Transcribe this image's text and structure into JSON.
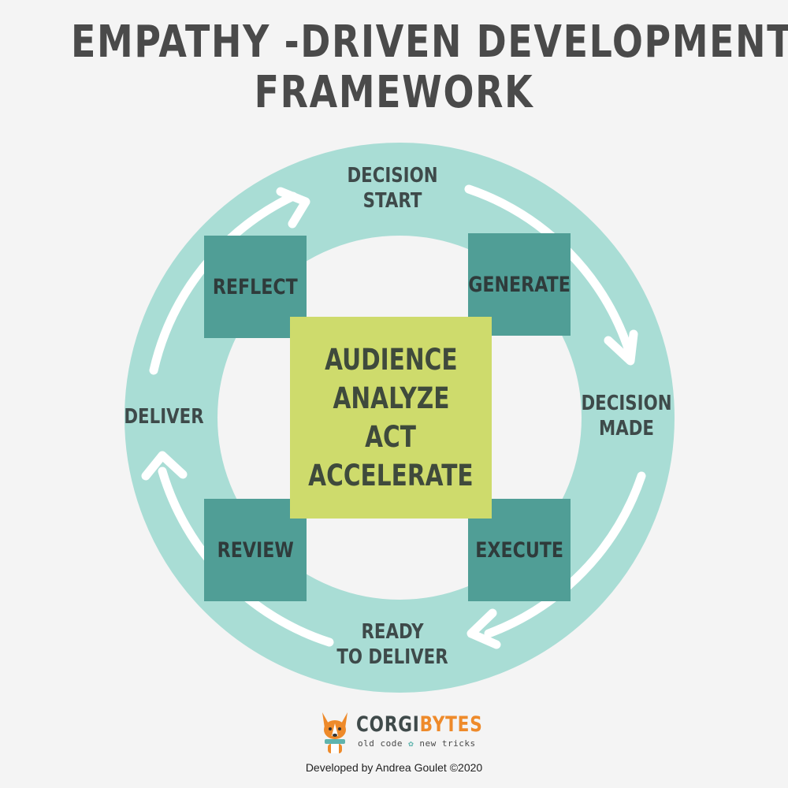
{
  "title": {
    "line1": "EMPATHY -DRIVEN DEVELOPMENT",
    "line2": "FRAMEWORK"
  },
  "cycle_labels": {
    "decision_start": [
      "DECISION",
      "START"
    ],
    "decision_made": [
      "DECISION",
      "MADE"
    ],
    "ready_to_deliver": [
      "READY",
      "TO DELIVER"
    ],
    "deliver": "DELIVER"
  },
  "boxes": {
    "reflect": "REFLECT",
    "generate": "GENERATE",
    "review": "REVIEW",
    "execute": "EXECUTE"
  },
  "center": [
    "AUDIENCE",
    "ANALYZE",
    "ACT",
    "ACCELERATE"
  ],
  "logo": {
    "brand_part1": "CORGI",
    "brand_part2": "BYTES",
    "tagline_part1": "old code",
    "gear_glyph": "✿",
    "tagline_part2": "new tricks"
  },
  "credit": "Developed by Andrea Goulet ©2020",
  "colors": {
    "ring": "#a9ddd5",
    "box": "#509e96",
    "center": "#cedb6c",
    "background": "#f4f4f4",
    "text": "#4a4a4a",
    "logo_accent": "#ee8a2a"
  }
}
